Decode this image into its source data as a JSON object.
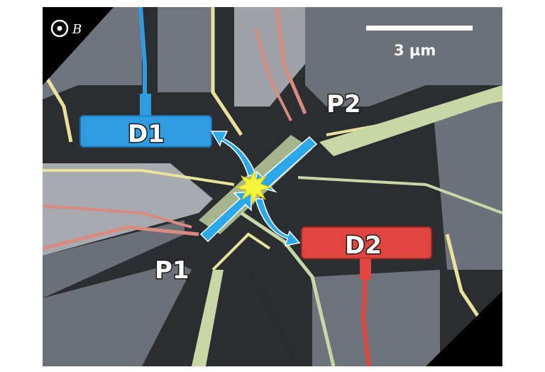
{
  "labels": {
    "d1": "D1",
    "d2": "D2",
    "p1": "P1",
    "p2": "P2",
    "scale_bar": "3 µm",
    "field": "B"
  },
  "colors": {
    "background": "#2b2d31",
    "frame": "#000000",
    "electrode_gray": "#7a7f89",
    "gate_gray": "#b9bcc0",
    "yellow_gate": "#e8e39a",
    "red_gate": "#d98b80",
    "green_gate": "#c7d7a6",
    "detector_d1": "#2f9be0",
    "detector_d2": "#e0453f",
    "arrow": "#2aa8ea",
    "collision": "#f5f53c"
  },
  "icons": [
    "magnetic-field-out-of-page-icon",
    "collision-star-icon"
  ]
}
